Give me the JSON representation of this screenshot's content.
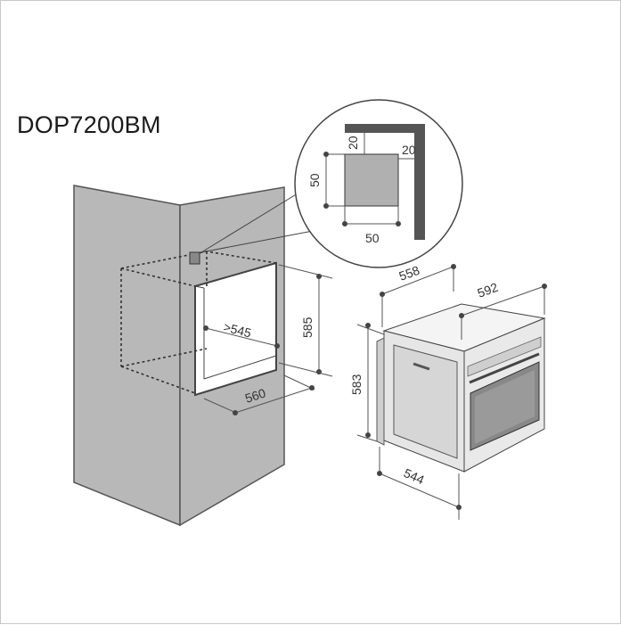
{
  "title": "DOP7200BM",
  "detail": {
    "vent_width": "50",
    "vent_height": "50",
    "top_clearance": "20",
    "side_clearance": "20"
  },
  "niche": {
    "depth": ">545",
    "height": "585",
    "width": "560"
  },
  "oven": {
    "top_depth": "558",
    "width": "592",
    "height": "583",
    "body_depth": "544"
  }
}
